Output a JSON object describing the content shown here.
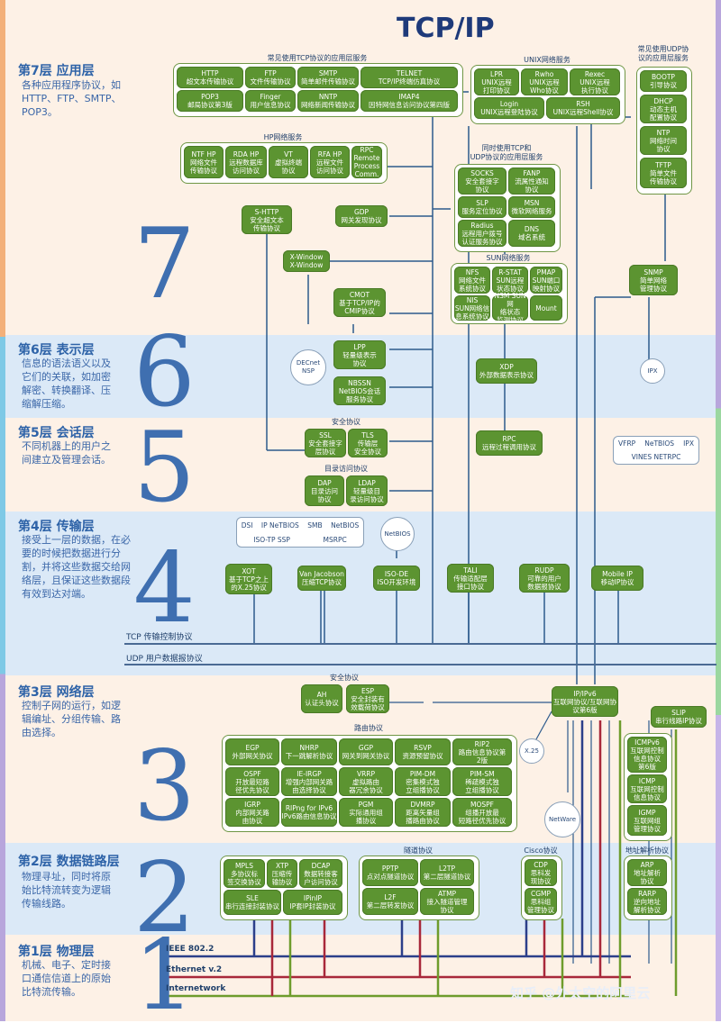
{
  "title": "TCP/IP",
  "layers": [
    {
      "id": "7",
      "title": "第7层  应用层",
      "desc": [
        "各种应用程序协议，如",
        "HTTP、FTP、SMTP、",
        "POP3。"
      ],
      "num": "7"
    },
    {
      "id": "6",
      "title": "第6层  表示层",
      "desc": [
        "信息的语法语义以及",
        "它们的关联，如加密",
        "解密、转换翻译、压",
        "缩解压缩。"
      ],
      "num": "6"
    },
    {
      "id": "5",
      "title": "第5层  会话层",
      "desc": [
        "不同机器上的用户之",
        "间建立及管理会话。"
      ],
      "num": "5"
    },
    {
      "id": "4",
      "title": "第4层  传输层",
      "desc": [
        "接受上一层的数据，在必",
        "要的时候把数据进行分",
        "割，并将这些数据交给网",
        "络层，且保证这些数据段",
        "有效到达对端。"
      ],
      "num": "4"
    },
    {
      "id": "3",
      "title": "第3层  网络层",
      "desc": [
        "控制子网的运行，如逻",
        "辑编址、分组传输、路",
        "由选择。"
      ],
      "num": "3"
    },
    {
      "id": "2",
      "title": "第2层  数据链路层",
      "desc": [
        "物理寻址，同时将原",
        "始比特流转变为逻辑",
        "传输线路。"
      ],
      "num": "2"
    },
    {
      "id": "1",
      "title": "第1层  物理层",
      "desc": [
        "机械、电子、定时接",
        "口通信信道上的原始",
        "比特流传输。"
      ],
      "num": "1"
    }
  ],
  "groups": {
    "tcp_app": "常见使用TCP协议的应用层服务",
    "unix": "UNIX网络服务",
    "udp_app": [
      "常见使用UDP协",
      "议的应用层服务"
    ],
    "hp": "HP网络服务",
    "tcp_udp": [
      "同时使用TCP和",
      "UDP协议的应用层服务"
    ],
    "sun": "SUN网络服务",
    "security5": "安全协议",
    "dir": "目录访问协议",
    "security3": "安全协议",
    "routing": "路由协议",
    "tunnel": "隧道协议",
    "cisco": "Cisco协议",
    "addr": "地址解析协议"
  },
  "boxes": {
    "http": [
      "HTTP",
      "超文本传输协议"
    ],
    "ftp": [
      "FTP",
      "文件传输协议"
    ],
    "smtp": [
      "SMTP",
      "简单邮件传输协议"
    ],
    "telnet": [
      "TELNET",
      "TCP/IP终端仿真协议"
    ],
    "pop3": [
      "POP3",
      "邮局协议第3版"
    ],
    "finger": [
      "Finger",
      "用户信息协议"
    ],
    "nntp": [
      "NNTP",
      "网络新闻传输协议"
    ],
    "imap4": [
      "IMAP4",
      "因特网信息访问协议第四版"
    ],
    "lpr": [
      "LPR",
      "UNIX远程",
      "打印协议"
    ],
    "rwho": [
      "Rwho",
      "UNIX远程",
      "Who协议"
    ],
    "rexec": [
      "Rexec",
      "UNIX远程",
      "执行协议"
    ],
    "login": [
      "Login",
      "UNIX远程登陆协议"
    ],
    "rsh": [
      "RSH",
      "UNIX远程Shell协议"
    ],
    "bootp": [
      "BOOTP",
      "引导协议"
    ],
    "dhcp": [
      "DHCP",
      "动态主机",
      "配置协议"
    ],
    "ntp": [
      "NTP",
      "网络时间",
      "协议"
    ],
    "tftp": [
      "TFTP",
      "简单文件",
      "传输协议"
    ],
    "ntfhp": [
      "NTF HP",
      "网络文件",
      "传输协议"
    ],
    "rdahp": [
      "RDA HP",
      "远程数据库",
      "访问协议"
    ],
    "vt": [
      "VT",
      "虚拟终端",
      "协议"
    ],
    "rfahp": [
      "RFA HP",
      "远程文件",
      "访问协议"
    ],
    "rpc_hp": [
      "RPC",
      "Remote",
      "Process",
      "Comm."
    ],
    "socks": [
      "SOCKS",
      "安全套接字",
      "协议"
    ],
    "fanp": [
      "FANP",
      "流属性通知",
      "协议"
    ],
    "slp": [
      "SLP",
      "服务定位协议"
    ],
    "msn": [
      "MSN",
      "微软网络服务"
    ],
    "radius": [
      "Radius",
      "远程用户拨号",
      "认证服务协议"
    ],
    "dns": [
      "DNS",
      "域名系统"
    ],
    "shttp": [
      "S-HTTP",
      "安全超文本",
      "传输协议"
    ],
    "gdp": [
      "GDP",
      "网关发现协议"
    ],
    "xwindow": [
      "X-Window",
      "X-Window"
    ],
    "cmot": [
      "CMOT",
      "基于TCP/IP的",
      "CMIP协议"
    ],
    "nfs": [
      "NFS",
      "网络文件",
      "系统协议"
    ],
    "rstat": [
      "R-STAT",
      "SUN远程",
      "状态协议"
    ],
    "pmap": [
      "PMAP",
      "SUN端口",
      "映射协议"
    ],
    "nis": [
      "NIS",
      "SUN网络信",
      "息系统协议"
    ],
    "nsm": [
      "NSM SUN网",
      "络状态",
      "监测协议"
    ],
    "mount": [
      "Mount"
    ],
    "snmp": [
      "SNMP",
      "简单网络",
      "管理协议"
    ],
    "lpp": [
      "LPP",
      "轻量级表示",
      "协议"
    ],
    "nbssn": [
      "NBSSN",
      "NetBIOS会话",
      "服务协议"
    ],
    "xdp": [
      "XDP",
      "外部数据表示协议"
    ],
    "ssl": [
      "SSL",
      "安全套接字",
      "层协议"
    ],
    "tls": [
      "TLS",
      "传输层",
      "安全协议"
    ],
    "rpc5": [
      "RPC",
      "远程过程调用协议"
    ],
    "dap": [
      "DAP",
      "目录访问",
      "协议"
    ],
    "ldap": [
      "LDAP",
      "轻量级目",
      "录访问协议"
    ],
    "xot": [
      "XOT",
      "基于TCP之上",
      "的X.25协议"
    ],
    "vanjac": [
      "Van Jacobson",
      "压缩TCP协议"
    ],
    "isode": [
      "ISO-DE",
      "ISO开发环境"
    ],
    "tali": [
      "TALI",
      "传输适配层",
      "接口协议"
    ],
    "rudp": [
      "RUDP",
      "可靠的用户",
      "数据报协议"
    ],
    "mobileip": [
      "Mobile IP",
      "移动IP协议"
    ],
    "ah": [
      "AH",
      "认证头协议"
    ],
    "esp": [
      "ESP",
      "安全封装有",
      "效载荷协议"
    ],
    "ipv6": [
      "IP/IPv6",
      "互联网协议/互联网协",
      "议第6版"
    ],
    "slip": [
      "SLIP",
      "串行线路IP协议"
    ],
    "egp": [
      "EGP",
      "外部网关协议"
    ],
    "nhrp": [
      "NHRP",
      "下一跳解析协议"
    ],
    "ggp": [
      "GGP",
      "网关到网关协议"
    ],
    "rsvp": [
      "RSVP",
      "资源预留协议"
    ],
    "rip2": [
      "RIP2",
      "路由信息协议第",
      "2版"
    ],
    "ospf": [
      "OSPF",
      "开放最短路",
      "径优先协议"
    ],
    "ieirgp": [
      "IE-IRGP",
      "增强内部网关路",
      "由选择协议"
    ],
    "vrrp": [
      "VRRP",
      "虚拟路由",
      "器冗余协议"
    ],
    "pimdm": [
      "PIM-DM",
      "密集模式独",
      "立组播协议"
    ],
    "pimsm": [
      "PIM-SM",
      "稀疏模式独",
      "立组播协议"
    ],
    "igrp": [
      "IGRP",
      "内部网关路",
      "由协议"
    ],
    "ripng": [
      "RIPng for IPv6",
      "IPv6路由信息协议"
    ],
    "pgm": [
      "PGM",
      "实际通用组",
      "播协议"
    ],
    "dvmrp": [
      "DVMRP",
      "距离矢量组",
      "播路由协议"
    ],
    "mospf": [
      "MOSPF",
      "组播开放最",
      "短路径优先协议"
    ],
    "icmpv6": [
      "ICMPv6",
      "互联网控制",
      "信息协议",
      "第6版"
    ],
    "icmp": [
      "ICMP",
      "互联网控制",
      "信息协议"
    ],
    "igmp": [
      "IGMP",
      "互联网组",
      "管理协议"
    ],
    "mpls": [
      "MPLS",
      "多协议标",
      "签交换协议"
    ],
    "xtp": [
      "XTP",
      "压缩传",
      "输协议"
    ],
    "dcap": [
      "DCAP",
      "数据转接客",
      "户访问协议"
    ],
    "sle": [
      "SLE",
      "串行连接封装协议"
    ],
    "ipinip": [
      "IPinIP",
      "IP套IP封装协议"
    ],
    "pptp": [
      "PPTP",
      "点对点隧道协议"
    ],
    "l2tp": [
      "L2TP",
      "第二层隧道协议"
    ],
    "l2f": [
      "L2F",
      "第二层转发协议"
    ],
    "atmp": [
      "ATMP",
      "接入隧道管理",
      "协议"
    ],
    "cdp": [
      "CDP",
      "思科发",
      "现协议"
    ],
    "cgmp": [
      "CGMP",
      "思科组",
      "管理协议"
    ],
    "arp": [
      "ARP",
      "地址解析",
      "协议"
    ],
    "rarp": [
      "RARP",
      "逆向地址",
      "解析协议"
    ]
  },
  "white": {
    "w4a": [
      "DSI",
      "IP NeTBIOS",
      "SMB",
      "NetBIOS",
      "ISO-TP SSP",
      "MSRPC"
    ],
    "w5": [
      "VFRP",
      "NeTBIOS",
      "IPX",
      "VINES NETRPC"
    ]
  },
  "circles": {
    "decnet": "DECnet NSP",
    "ipx": "IPX",
    "netbios": "NetBIOS",
    "x25": "X.25",
    "netware": "NetWare"
  },
  "buses": {
    "tcp": "TCP 传输控制协议",
    "udp": "UDP 用户数据报协议",
    "ieee": "IEEE 802.2",
    "ethernet": "Ethernet v.2",
    "internet": "Internetwork"
  },
  "watermark": [
    "知乎 @外太空的阿里云"
  ],
  "colors": {
    "green": "#5c9431",
    "band_blue": "#dbe9f7",
    "band_peach": "#fdeadb",
    "bus_blue": "#2c5a8c"
  }
}
